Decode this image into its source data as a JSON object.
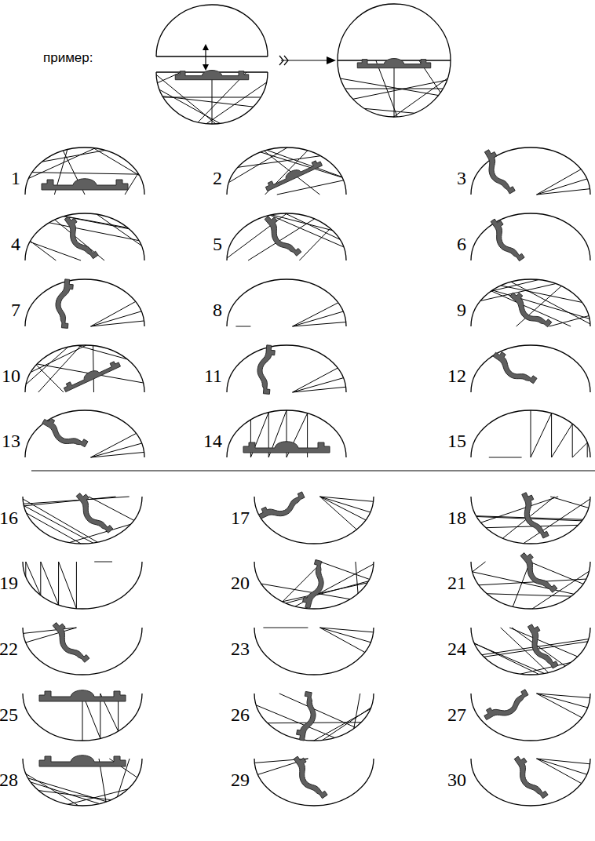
{
  "diagram": {
    "labels": [
      "пример:",
      "1",
      "2",
      "3",
      "4",
      "5",
      "6",
      "7",
      "8",
      "9",
      "10",
      "11",
      "12",
      "13",
      "14",
      "15",
      "16",
      "17",
      "18",
      "19",
      "20",
      "21",
      "22",
      "23",
      "24",
      "25",
      "26",
      "27",
      "28",
      "29",
      "30"
    ]
  }
}
